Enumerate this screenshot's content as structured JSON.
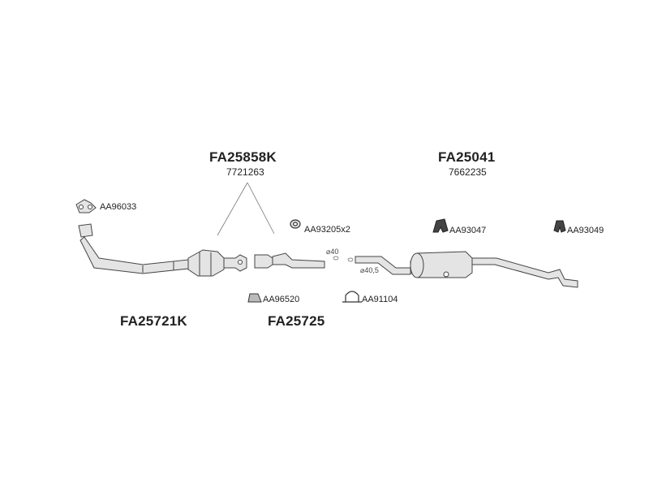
{
  "assemblies": {
    "front_pipe": {
      "code": "FA25721K"
    },
    "catalyst": {
      "code": "FA25858K",
      "oe": "7721263"
    },
    "mid_pipe": {
      "code": "FA25725"
    },
    "rear_silencer": {
      "code": "FA25041",
      "oe": "7662235"
    }
  },
  "parts": {
    "gasket": "AA96033",
    "ring_gasket_x2": "AA93205x2",
    "rubber_mount_a": "AA93047",
    "rubber_mount_b": "AA93049",
    "clamp_ring": "AA96520",
    "u_clamp": "AA91104"
  },
  "diameters": {
    "d1": "⌀40",
    "d2": "⌀40,5"
  },
  "colors": {
    "ink": "#222222",
    "line": "#555555",
    "pipe_fill": "#e4e4e4"
  }
}
